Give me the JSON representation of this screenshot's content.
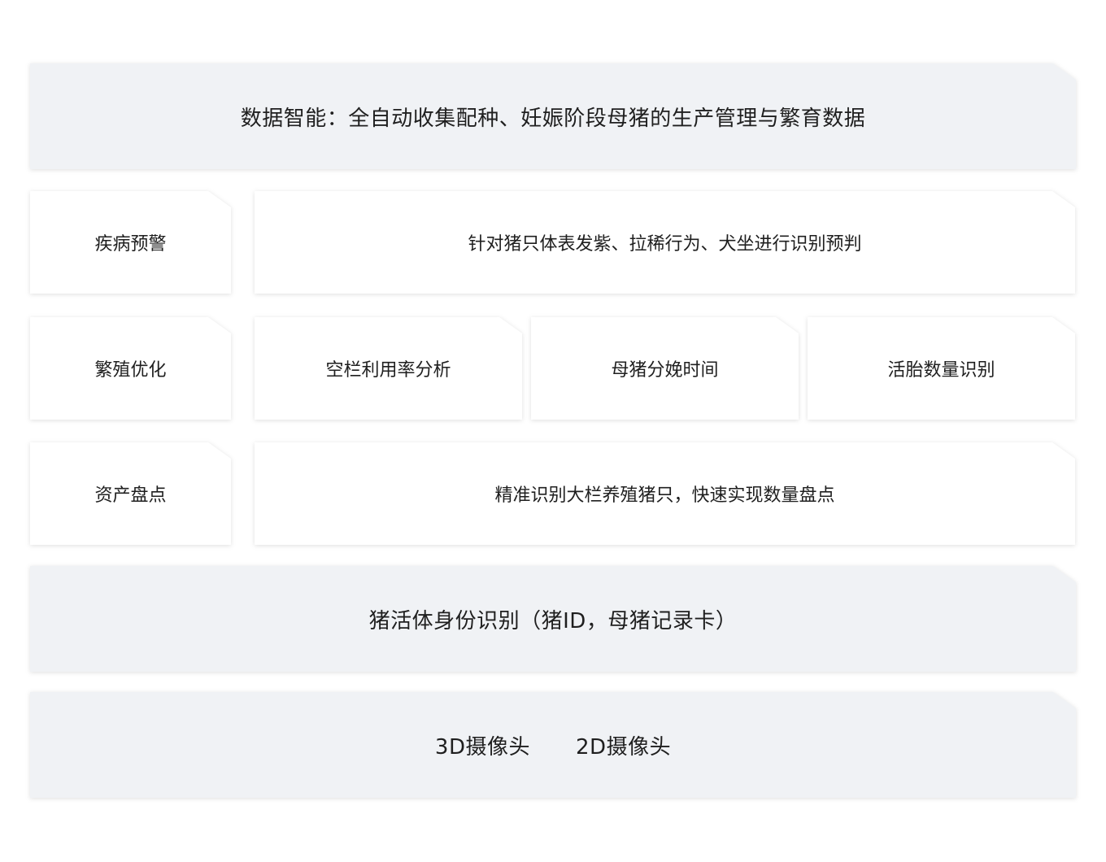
{
  "top_layer": {
    "label": "数据智能：全自动收集配种、妊娠阶段母猪的生产管理与繁育数据"
  },
  "rows": [
    {
      "category": "疾病预警",
      "items": [
        "针对猪只体表发紫、拉稀行为、犬坐进行识别预判"
      ]
    },
    {
      "category": "繁殖优化",
      "items": [
        "空栏利用率分析",
        "母猪分娩时间",
        "活胎数量识别"
      ]
    },
    {
      "category": "资产盘点",
      "items": [
        "精准识别大栏养殖猪只，快速实现数量盘点"
      ]
    }
  ],
  "identity_layer": {
    "label": "猪活体身份识别（猪ID，母猪记录卡）"
  },
  "hardware_layer": {
    "items": [
      "3D摄像头",
      "2D摄像头"
    ]
  },
  "colors": {
    "gray_card": "#f0f2f5",
    "white_card": "#ffffff",
    "text": "#1f1f1f"
  }
}
